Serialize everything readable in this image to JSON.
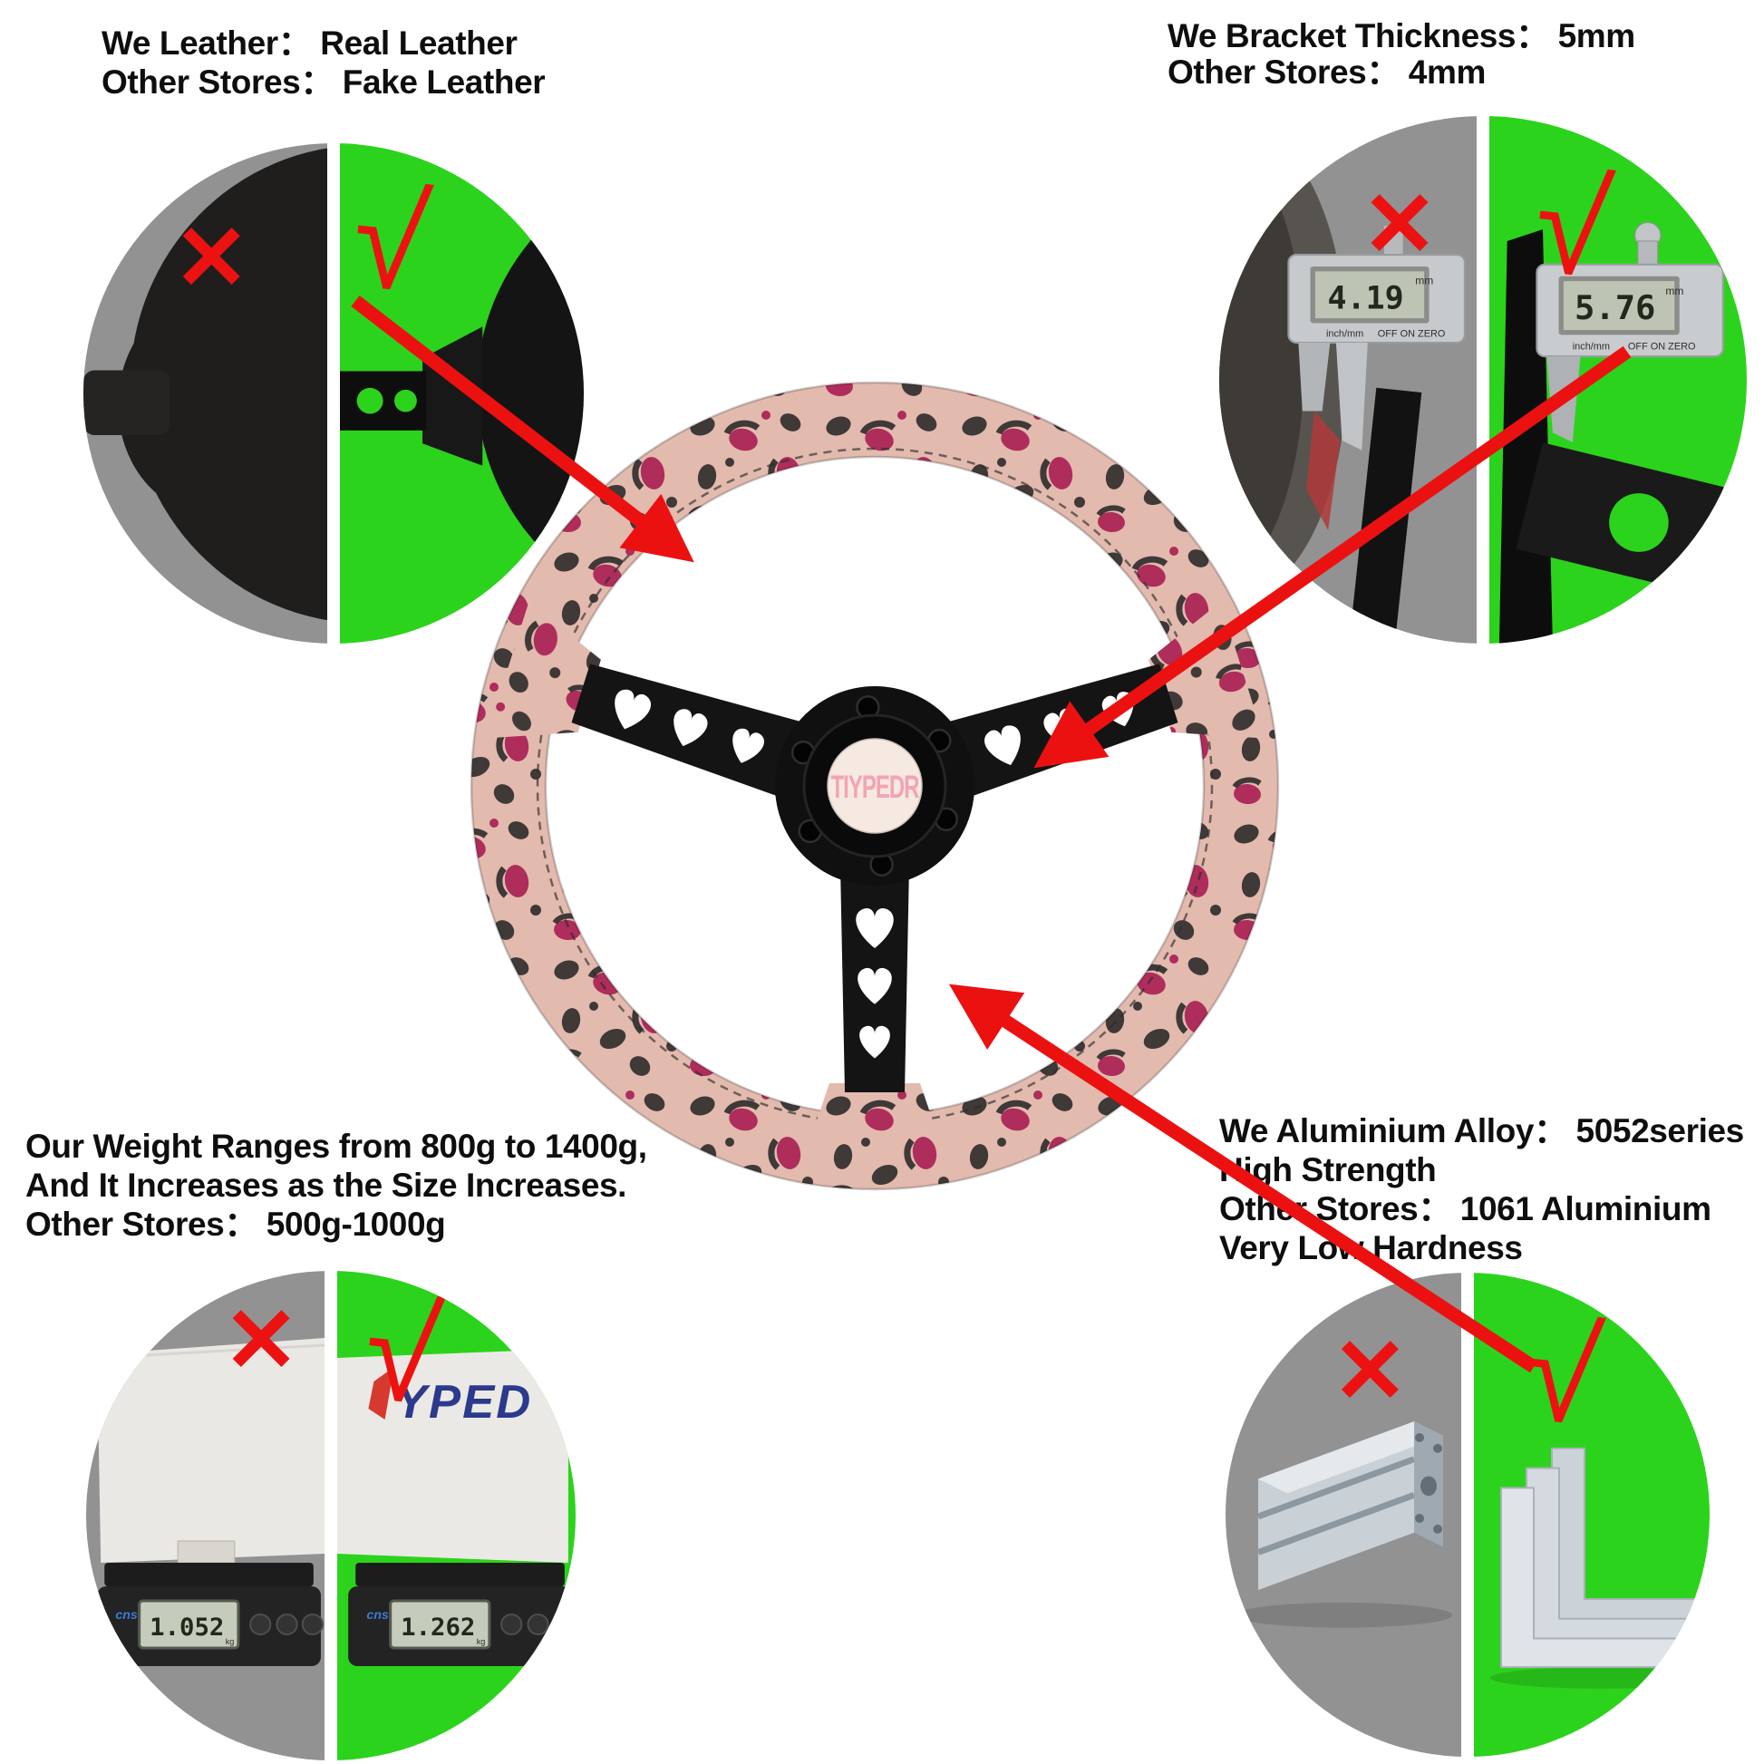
{
  "marks": {
    "bad": "✕",
    "good": "√"
  },
  "colors": {
    "good_green": "#2CD31C",
    "bad_gray": "#929292",
    "annotation_red": "#EB1111",
    "leopard_base": "#E3BAAE",
    "leopard_spot_dark": "#3F3937",
    "leopard_spot_magenta": "#AE2D5B",
    "box_logo_navy": "#2B3A8C"
  },
  "callouts": {
    "top_left": {
      "lines": [
        "We Leather：  Real Leather",
        "Other Stores：  Fake Leather"
      ]
    },
    "top_right": {
      "lines": [
        "We Bracket Thickness：  5mm",
        "Other Stores：  4mm"
      ],
      "caliper_bad_value": "4.19",
      "caliper_good_value": "5.76",
      "caliper_unit": "mm",
      "caliper_mode_label": "inch/mm",
      "caliper_buttons_label": "OFF ON ZERO"
    },
    "bottom_left": {
      "lines": [
        "Our Weight Ranges from 800g to 1400g,",
        "And It Increases as the Size Increases.",
        "Other Stores：  500g-1000g"
      ],
      "scale_bad_value": "1.052",
      "scale_good_value": "1.262",
      "scale_unit": "kg",
      "scale_brand": "cns",
      "box_logo": "YPED"
    },
    "bottom_right": {
      "lines": [
        "We Aluminium Alloy：  5052series",
        "High Strength",
        "Other Stores：  1061 Aluminium",
        "Very Low Hardness"
      ]
    }
  },
  "wheel": {
    "horn_logo": "TIYPEDR"
  }
}
